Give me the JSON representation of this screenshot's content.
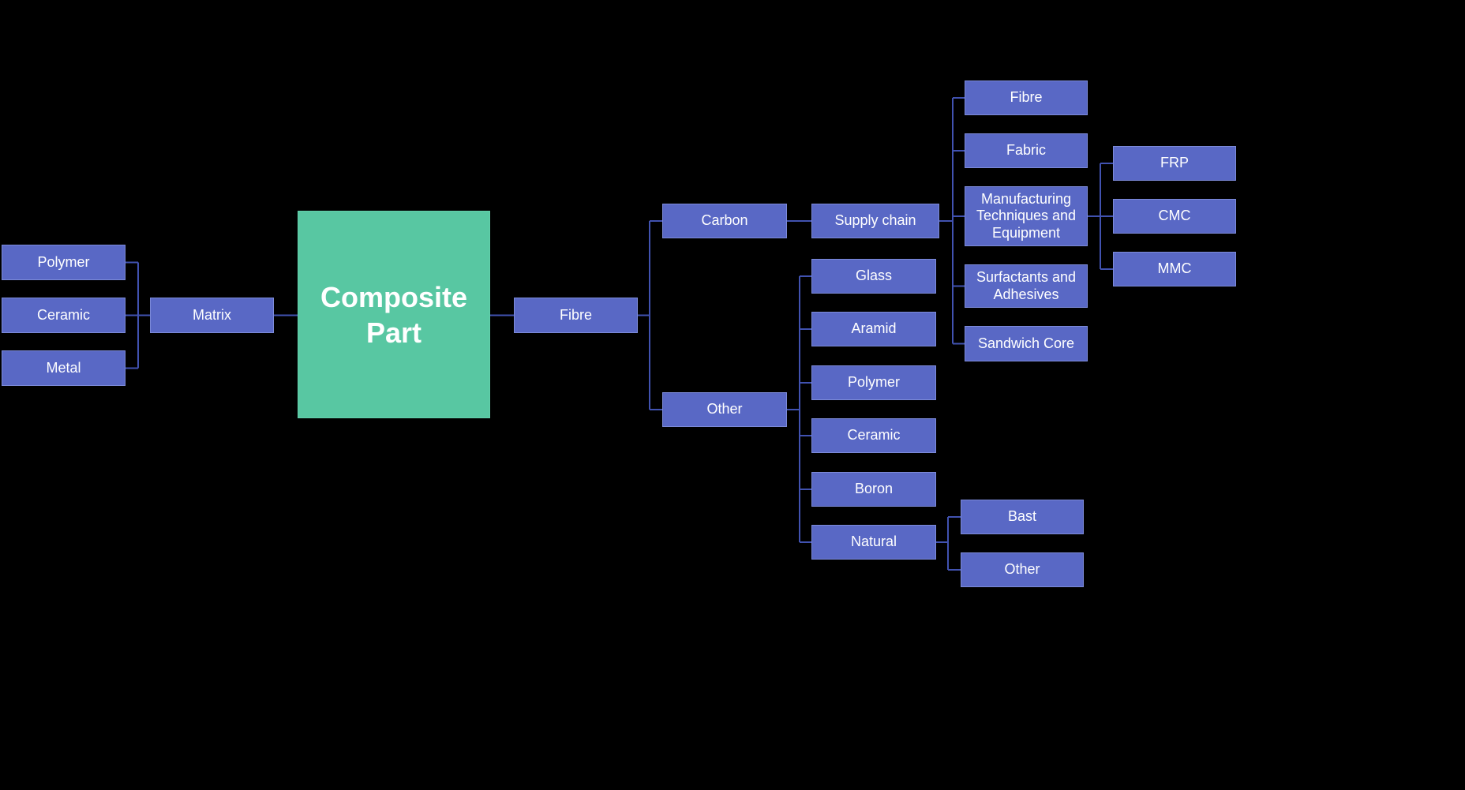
{
  "diagram": {
    "type": "hierarchy-mindmap",
    "background": "#000000"
  },
  "colors": {
    "background": "#000000",
    "node_fill": "#5968c5",
    "node_border": "#7d8bd9",
    "root_fill": "#58c7a2",
    "connector": "#4152b0",
    "text": "#ffffff"
  },
  "nodes": {
    "root": "Composite Part",
    "matrix": "Matrix",
    "matrix_polymer": "Polymer",
    "matrix_ceramic": "Ceramic",
    "matrix_metal": "Metal",
    "fibre": "Fibre",
    "carbon": "Carbon",
    "fibre_other": "Other",
    "supply_chain": "Supply chain",
    "glass": "Glass",
    "aramid": "Aramid",
    "fibre_polymer": "Polymer",
    "fibre_ceramic": "Ceramic",
    "boron": "Boron",
    "natural": "Natural",
    "sc_fibre": "Fibre",
    "sc_fabric": "Fabric",
    "sc_manufacturing": "Manufacturing Techniques and Equipment",
    "sc_surfactants": "Surfactants and Adhesives",
    "sc_sandwich_core": "Sandwich Core",
    "frp": "FRP",
    "cmc": "CMC",
    "mmc": "MMC",
    "bast": "Bast",
    "natural_other": "Other"
  },
  "edges": [
    {
      "from": "root",
      "to": "matrix"
    },
    {
      "from": "matrix",
      "to": "matrix_polymer"
    },
    {
      "from": "matrix",
      "to": "matrix_ceramic"
    },
    {
      "from": "matrix",
      "to": "matrix_metal"
    },
    {
      "from": "root",
      "to": "fibre"
    },
    {
      "from": "fibre",
      "to": "carbon"
    },
    {
      "from": "fibre",
      "to": "fibre_other"
    },
    {
      "from": "carbon",
      "to": "supply_chain"
    },
    {
      "from": "supply_chain",
      "to": "sc_fibre"
    },
    {
      "from": "supply_chain",
      "to": "sc_fabric"
    },
    {
      "from": "supply_chain",
      "to": "sc_manufacturing"
    },
    {
      "from": "supply_chain",
      "to": "sc_surfactants"
    },
    {
      "from": "supply_chain",
      "to": "sc_sandwich_core"
    },
    {
      "from": "sc_manufacturing",
      "to": "frp"
    },
    {
      "from": "sc_manufacturing",
      "to": "cmc"
    },
    {
      "from": "sc_manufacturing",
      "to": "mmc"
    },
    {
      "from": "fibre_other",
      "to": "glass"
    },
    {
      "from": "fibre_other",
      "to": "aramid"
    },
    {
      "from": "fibre_other",
      "to": "fibre_polymer"
    },
    {
      "from": "fibre_other",
      "to": "fibre_ceramic"
    },
    {
      "from": "fibre_other",
      "to": "boron"
    },
    {
      "from": "fibre_other",
      "to": "natural"
    },
    {
      "from": "natural",
      "to": "bast"
    },
    {
      "from": "natural",
      "to": "natural_other"
    }
  ]
}
